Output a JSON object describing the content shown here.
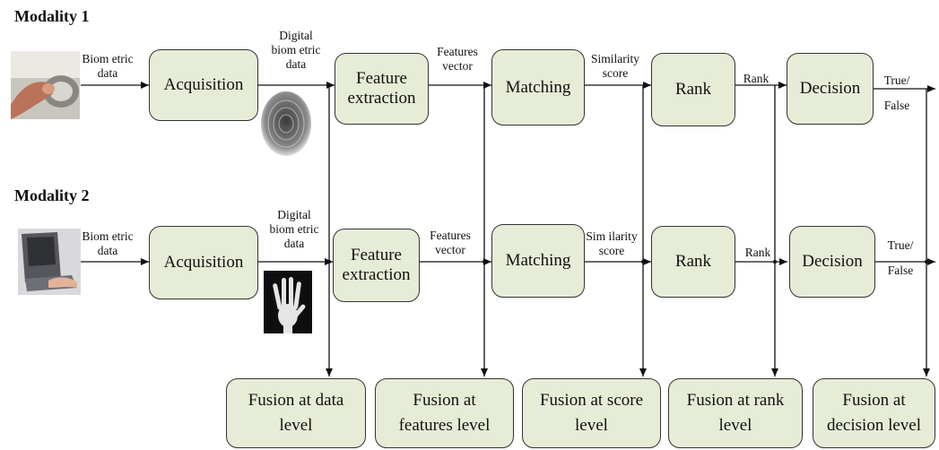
{
  "modality1": {
    "title": "Modality 1",
    "input_label": "Biom etric\ndata",
    "acquisition": "Acquisition",
    "digital_label": "Digital\nbiom etric\ndata",
    "feature_extraction": "Feature\nextraction",
    "features_label": "Features\nvector",
    "matching": "Matching",
    "similarity_label": "Similarity\nscore",
    "rank": "Rank",
    "rank_label": "Rank",
    "decision": "Decision",
    "output_label": "True/\nFalse"
  },
  "modality2": {
    "title": "Modality 2",
    "input_label": "Biom etric\ndata",
    "acquisition": "Acquisition",
    "digital_label": "Digital\nbiom etric\ndata",
    "feature_extraction": "Feature\nextraction",
    "features_label": "Features\nvector",
    "matching": "Matching",
    "similarity_label": "Sim ilarity\nscore",
    "rank": "Rank",
    "rank_label": "Rank",
    "decision": "Decision",
    "output_label": "True/\nFalse"
  },
  "fusion": {
    "data": "Fusion at data\nlevel",
    "features": "Fusion at\nfeatures level",
    "score": "Fusion at score\nlevel",
    "rank": "Fusion at rank\nlevel",
    "decision": "Fusion at\ndecision level"
  },
  "colors": {
    "box_fill": "#e6ecd6",
    "stroke": "#333333",
    "arrow": "#111111"
  },
  "icons": {
    "m1_sensor": "fingerprint-scanner-photo",
    "m1_sample": "fingerprint-image",
    "m2_sensor": "hand-scanner-photo",
    "m2_sample": "hand-xray-image"
  }
}
